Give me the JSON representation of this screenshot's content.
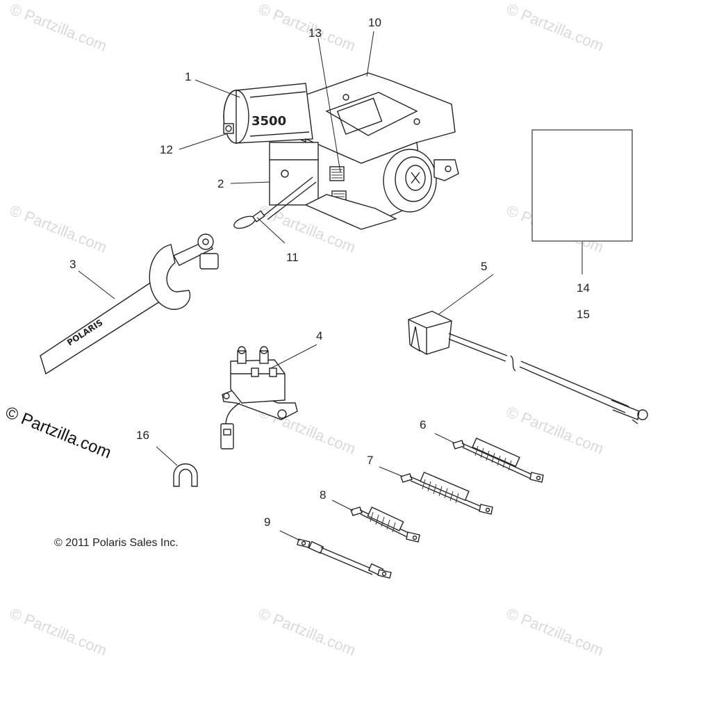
{
  "watermark": "© Partzilla.com",
  "watermark_main": "© Partzilla.com",
  "copyright": "© 2011 Polaris Sales Inc.",
  "callouts": {
    "c1": "1",
    "c2": "2",
    "c3": "3",
    "c4": "4",
    "c5": "5",
    "c6": "6",
    "c7": "7",
    "c8": "8",
    "c9": "9",
    "c10": "10",
    "c11": "11",
    "c12": "12",
    "c13": "13",
    "c14": "14",
    "c15": "15",
    "c16": "16"
  },
  "strap_text": "POLARIS",
  "motor_text": "3500",
  "colors": {
    "line": "#222222",
    "watermark": "#d9d9d9",
    "background": "#ffffff"
  }
}
